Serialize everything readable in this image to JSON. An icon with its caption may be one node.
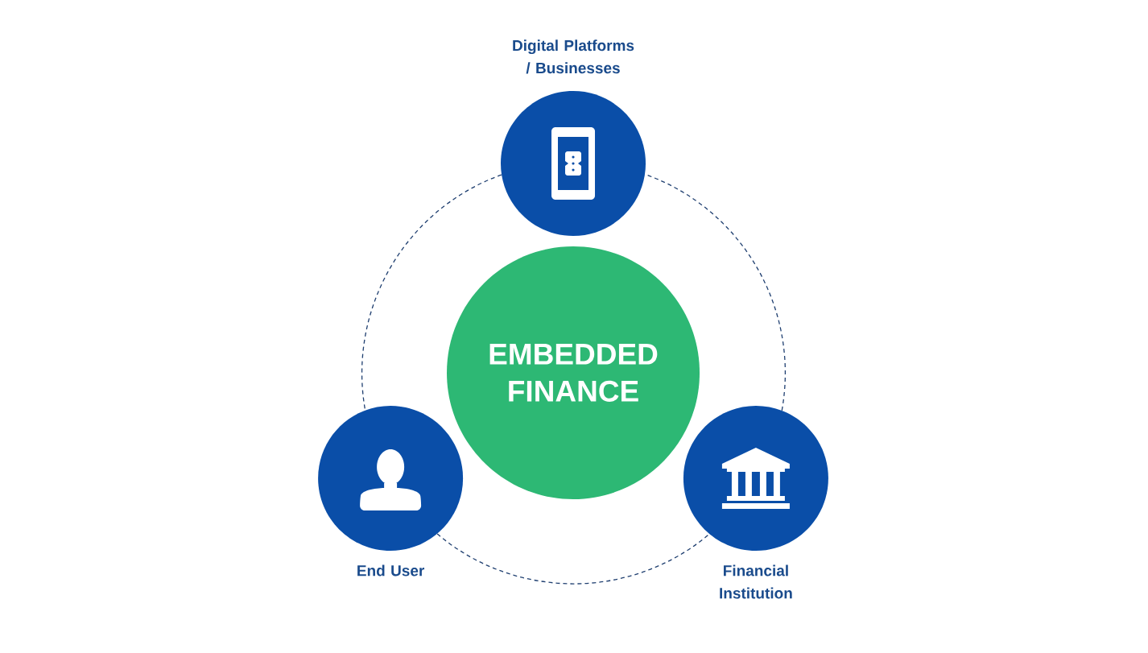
{
  "diagram": {
    "nodes": [
      {
        "text": [
          "Digital Platforms / Businesses"
        ]
      },
      {
        "text": [
          "EMBEDDED FINANCE"
        ]
      },
      {
        "text": [
          "End User"
        ]
      },
      {
        "text": [
          "Financial Institution"
        ]
      }
    ],
    "edges": [
      {
        "from": 0,
        "to": 2,
        "arrow": "none",
        "style": "dashed"
      },
      {
        "from": 2,
        "to": 3,
        "arrow": "none",
        "style": "dashed"
      },
      {
        "from": 3,
        "to": 0,
        "arrow": "none",
        "style": "dashed"
      }
    ]
  }
}
